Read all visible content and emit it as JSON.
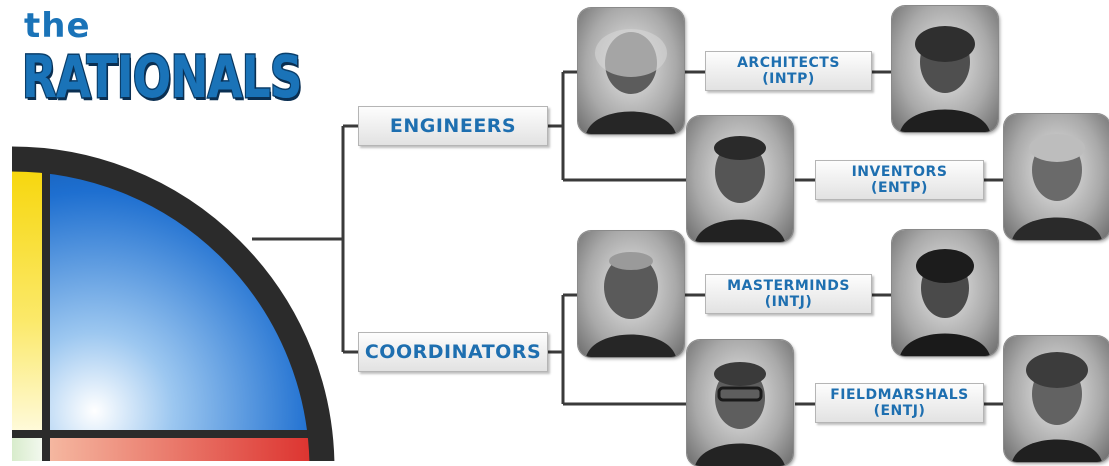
{
  "header": {
    "title_small": "the",
    "title_big": "RATIONALS"
  },
  "groups": [
    {
      "label": "ENGINEERS"
    },
    {
      "label": "COORDINATORS"
    }
  ],
  "types": [
    {
      "name": "ARCHITECTS",
      "code": "(INTP)"
    },
    {
      "name": "INVENTORS",
      "code": "(ENTP)"
    },
    {
      "name": "MASTERMINDS",
      "code": "(INTJ)"
    },
    {
      "name": "FIELDMARSHALS",
      "code": "(ENTJ)"
    }
  ],
  "colors": {
    "accent_blue": "#1a73b8",
    "title_outline": "#0b3f6b",
    "quadrant_blue": "#1565c0",
    "quadrant_yellow": "#f2d600",
    "quadrant_red": "#d9201f",
    "ring": "#2b2b2b",
    "connector": "#3a3a3a"
  },
  "portraits": [
    "portrait-architect-left-photo",
    "portrait-architect-right-photo",
    "portrait-inventor-left-photo",
    "portrait-inventor-right-photo",
    "portrait-mastermind-left-photo",
    "portrait-mastermind-right-photo",
    "portrait-fieldmarshal-left-photo",
    "portrait-fieldmarshal-right-photo"
  ]
}
